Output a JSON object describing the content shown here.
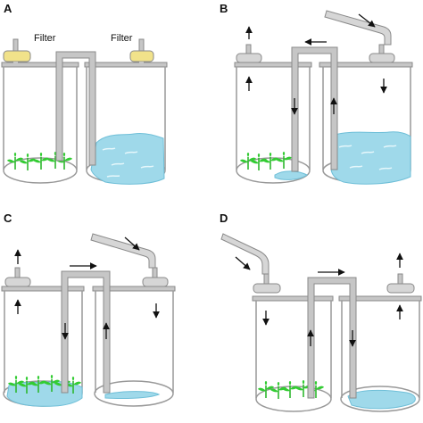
{
  "panels": [
    {
      "label": "A",
      "filter_label_left": "Filter",
      "filter_label_right": "Filter"
    },
    {
      "label": "B"
    },
    {
      "label": "C"
    },
    {
      "label": "D"
    }
  ],
  "colors": {
    "tube": "#c6c6c6",
    "tube_stroke": "#8a8a8a",
    "filter_yellow": "#f1e28a",
    "water": "#9fd9ea",
    "water_stroke": "#6fbfd8",
    "plant": "#33cc33"
  },
  "icons": [
    "filter-icon",
    "arrow-icon",
    "plant-icon",
    "water-icon",
    "air-inlet-icon"
  ]
}
